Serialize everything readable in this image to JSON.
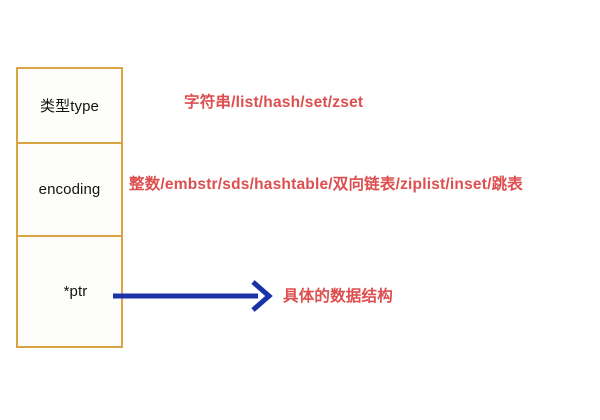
{
  "diagram": {
    "title": "Redis object struct with type, encoding and pointer",
    "background_color": "#ffffff",
    "box": {
      "border_color": "#d9a441",
      "fill_color": "#fdfdfb",
      "cells": [
        {
          "id": "type",
          "label": "类型type"
        },
        {
          "id": "encoding",
          "label": "encoding"
        },
        {
          "id": "ptr",
          "label": "*ptr"
        }
      ]
    },
    "annotations": {
      "color": "#dd4f4f",
      "items": [
        {
          "id": "type-values",
          "text": "字符串/list/hash/set/zset"
        },
        {
          "id": "encoding-values",
          "text": "整数/embstr/sds/hashtable/双向链表/ziplist/inset/跳表"
        },
        {
          "id": "ptr-target",
          "text": "具体的数据结构"
        }
      ]
    },
    "arrow": {
      "id": "ptr-arrow",
      "color": "#1c33a8",
      "from_cell": "ptr",
      "to_annotation": "ptr-target",
      "style": "open-chevron"
    }
  }
}
